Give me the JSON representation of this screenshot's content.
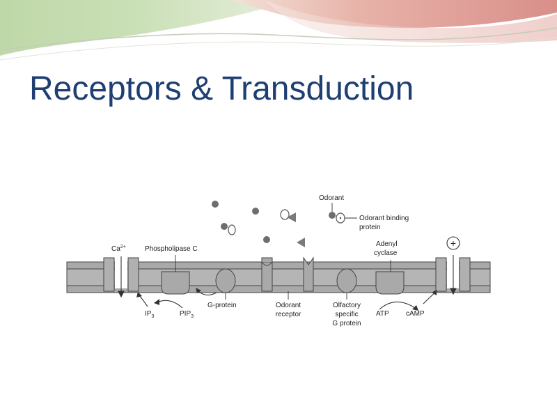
{
  "slide": {
    "title": "Receptors & Transduction"
  },
  "diagram": {
    "labels": {
      "odorant": "Odorant",
      "odorant_binding_protein_line1": "Odorant binding",
      "odorant_binding_protein_line2": "protein",
      "calcium_base": "Ca",
      "calcium_charge": "2+",
      "phospholipase_c": "Phospholipase C",
      "adenyl_cyclase_line1": "Adenyl",
      "adenyl_cyclase_line2": "cyclase",
      "plus_sign": "+",
      "ip3_base": "IP",
      "ip3_sub": "3",
      "pip3_base": "PIP",
      "pip3_sub": "3",
      "g_protein": "G-protein",
      "odorant_receptor_line1": "Odorant",
      "odorant_receptor_line2": "receptor",
      "olfactory_g_line1": "Olfactory",
      "olfactory_g_line2": "specific",
      "olfactory_g_line3": "G protein",
      "atp": "ATP",
      "camp": "cAMP"
    },
    "colors": {
      "membrane": "#a9a9a9",
      "outline": "#444444",
      "particle": "#6e6e6e",
      "title": "#1f3f72"
    }
  }
}
